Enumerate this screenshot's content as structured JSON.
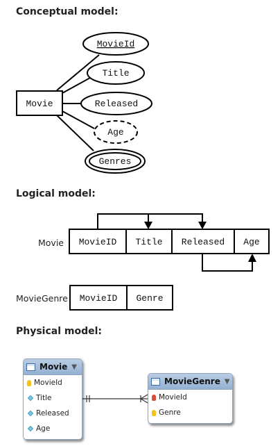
{
  "headings": {
    "conceptual": "Conceptual model:",
    "logical": "Logical model:",
    "physical": "Physical model:"
  },
  "conceptual": {
    "entity": "Movie",
    "attributes": {
      "key": "MovieId",
      "title": "Title",
      "released": "Released",
      "derived": "Age",
      "multivalued": "Genres"
    }
  },
  "logical": {
    "movie": {
      "label": "Movie",
      "columns": [
        "MovieID",
        "Title",
        "Released",
        "Age"
      ]
    },
    "moviegenre": {
      "label": "MovieGenre",
      "columns": [
        "MovieID",
        "Genre"
      ]
    }
  },
  "physical": {
    "movie": {
      "title": "Movie",
      "columns": [
        "MovieId",
        "Title",
        "Released",
        "Age"
      ]
    },
    "moviegenre": {
      "title": "MovieGenre",
      "columns": [
        "MovieId",
        "Genre"
      ]
    }
  }
}
